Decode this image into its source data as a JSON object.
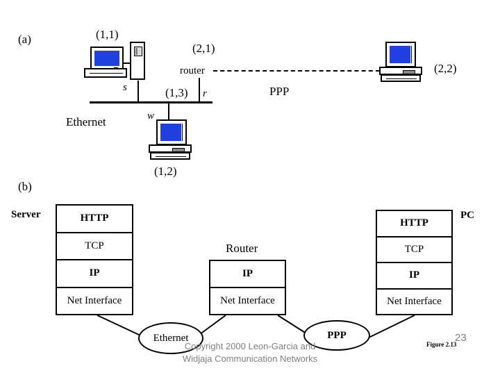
{
  "figure": {
    "panel_a_tag": "(a)",
    "panel_b_tag": "(b)"
  },
  "topology": {
    "nodes": [
      {
        "id": "server",
        "address": "(1,1)",
        "port_label": "s",
        "icon": "desktop-computer-icon"
      },
      {
        "id": "pc-lan",
        "address": "(1,2)",
        "port_label": "w",
        "icon": "desktop-computer-icon"
      },
      {
        "id": "router",
        "address": "(2,1)",
        "port_label": "r",
        "icon": "router-icon",
        "name": "router"
      },
      {
        "id": "pc-ppp",
        "address": "(2,2)",
        "port_label": "",
        "icon": "desktop-computer-icon"
      }
    ],
    "router_interface_address": "(1,3)",
    "lan_label": "Ethernet",
    "wan_label": "PPP",
    "screen_color": "#2040E0",
    "line_color": "#000000"
  },
  "stacks": {
    "server": {
      "title": "Server",
      "layers": [
        "HTTP",
        "TCP",
        "IP",
        "Net Interface"
      ]
    },
    "router": {
      "title": "Router",
      "layers": [
        "IP",
        "Net Interface"
      ]
    },
    "pc": {
      "title": "PC",
      "layers": [
        "HTTP",
        "TCP",
        "IP",
        "Net Interface"
      ]
    },
    "clouds": [
      {
        "id": "ethernet",
        "label": "Ethernet"
      },
      {
        "id": "ppp",
        "label": "PPP"
      }
    ]
  },
  "footer": {
    "copyright": "Copyright 2000 Leon-Garcia and\nWidjaja  Communication Networks",
    "page_number": "23",
    "figure_caption": "Figure 2.13"
  }
}
